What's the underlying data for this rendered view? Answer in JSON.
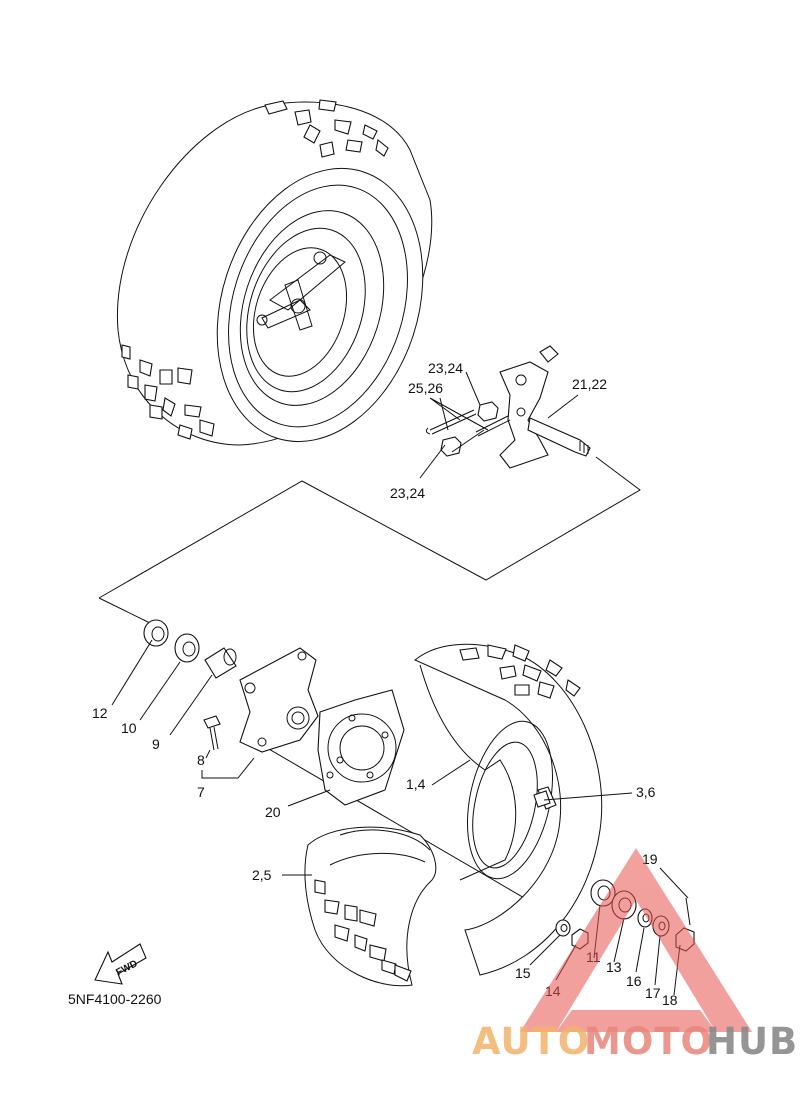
{
  "diagram": {
    "code": "5NF4100-2260",
    "fwd_label": "FWD",
    "callouts": {
      "c1": "1,4",
      "c2": "2,5",
      "c3": "3,6",
      "c7": "7",
      "c8": "8",
      "c9": "9",
      "c10": "10",
      "c11": "11",
      "c12": "12",
      "c13": "13",
      "c14": "14",
      "c15": "15",
      "c16": "16",
      "c17": "17",
      "c18": "18",
      "c19": "19",
      "c20": "20",
      "c21": "21,22",
      "c23a": "23,24",
      "c23b": "23,24",
      "c25": "25,26"
    }
  },
  "watermark": {
    "part1": "AUTO",
    "part2": "MOTO",
    "part3": "HUB",
    "colors": {
      "auto": "#f2b36b",
      "moto": "#e9857a",
      "hub": "#8a8a8a",
      "triangle": "#e9534f"
    }
  }
}
